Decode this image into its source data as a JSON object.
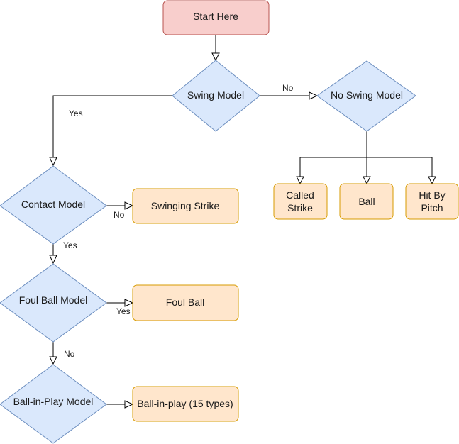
{
  "nodes": {
    "start": "Start Here",
    "swing_model": "Swing Model",
    "no_swing_model": "No Swing Model",
    "contact_model": "Contact Model",
    "swinging_strike": "Swinging Strike",
    "called_strike_line1": "Called",
    "called_strike_line2": "Strike",
    "ball": "Ball",
    "hit_by_pitch_line1": "Hit By",
    "hit_by_pitch_line2": "Pitch",
    "foul_ball_model": "Foul Ball Model",
    "foul_ball": "Foul Ball",
    "ball_in_play_model": "Ball-in-Play Model",
    "ball_in_play": "Ball-in-play (15 types)"
  },
  "edges": {
    "swing_no": "No",
    "swing_yes": "Yes",
    "contact_no": "No",
    "contact_yes": "Yes",
    "foul_yes": "Yes",
    "foul_no": "No"
  },
  "colors": {
    "decision_fill": "#dae8fc",
    "decision_stroke": "#6c8ebf",
    "outcome_fill": "#ffe6cc",
    "outcome_stroke": "#d79b00",
    "start_fill": "#f8cecc",
    "start_stroke": "#b85450"
  }
}
